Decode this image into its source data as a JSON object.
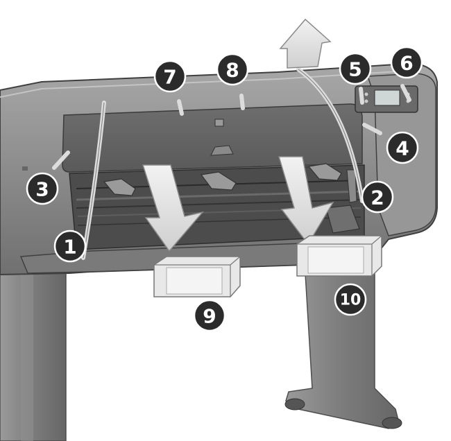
{
  "colors": {
    "printer_body": "#8a8a8a",
    "printer_dark": "#4a4a4a",
    "printer_light": "#b5b5b5",
    "arrow_fill": "#e6e6e6",
    "arrow_stroke": "#9a9a9a",
    "callout_fill": "#2b2b2b",
    "callout_text": "#ffffff",
    "tape": "#d8d8d8"
  },
  "callouts": [
    {
      "id": "c1",
      "label": "1"
    },
    {
      "id": "c2",
      "label": "2"
    },
    {
      "id": "c3",
      "label": "3"
    },
    {
      "id": "c4",
      "label": "4"
    },
    {
      "id": "c5",
      "label": "5"
    },
    {
      "id": "c6",
      "label": "6"
    },
    {
      "id": "c7",
      "label": "7"
    },
    {
      "id": "c8",
      "label": "8"
    },
    {
      "id": "c9",
      "label": "9"
    },
    {
      "id": "c10",
      "label": "10"
    }
  ]
}
